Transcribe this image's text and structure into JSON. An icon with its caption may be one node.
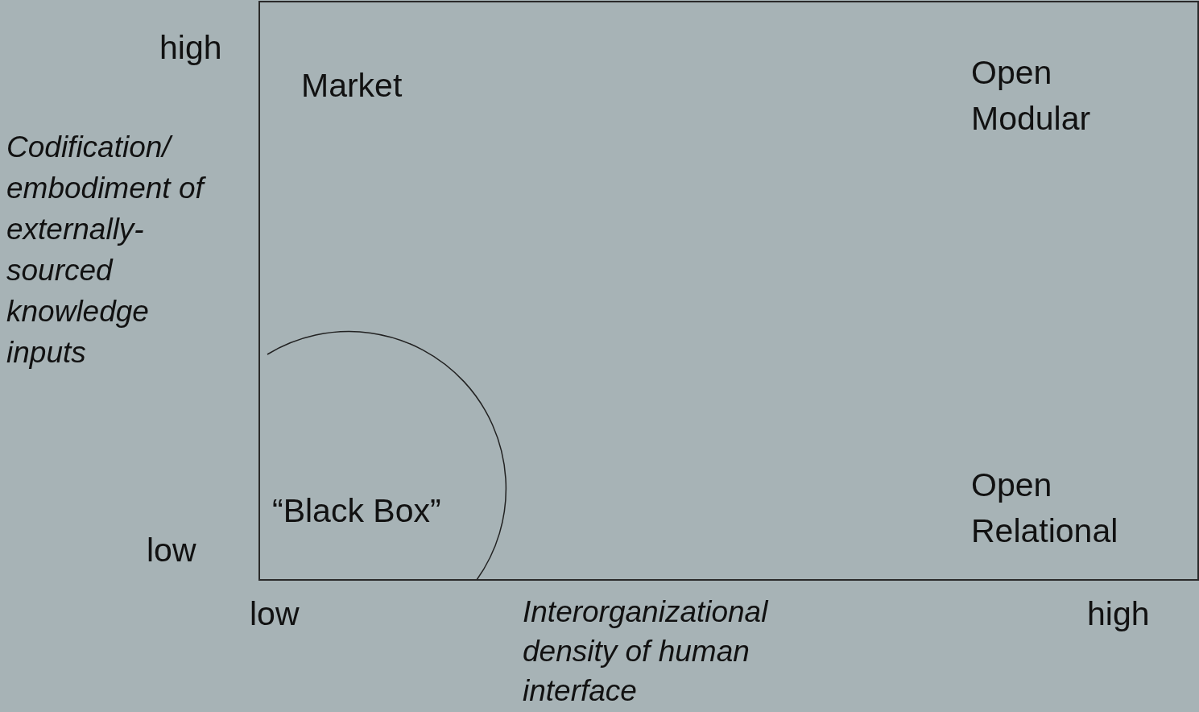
{
  "diagram": {
    "labels": [
      "high",
      "Market",
      "Open Modular",
      "Codification/ embodiment of externally-sourced knowledge inputs",
      "“Black Box”",
      "Open Relational",
      "low",
      "low",
      "Interorganizational density of human interface",
      "high"
    ]
  }
}
